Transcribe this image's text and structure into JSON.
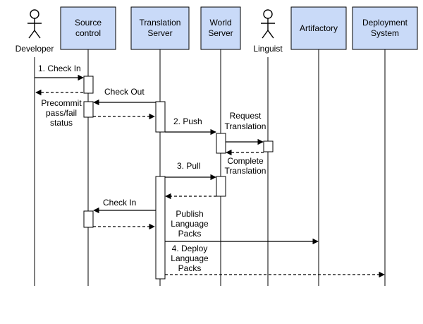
{
  "participants": {
    "developer": "Developer",
    "source_control": [
      "Source",
      "control"
    ],
    "translation_server": [
      "Translation",
      "Server"
    ],
    "world_server": [
      "World",
      "Server"
    ],
    "linguist": "Linguist",
    "artifactory": "Artifactory",
    "deployment_system": [
      "Deployment",
      "System"
    ]
  },
  "messages": {
    "check_in_1": "1. Check In",
    "check_out": "Check Out",
    "precommit": [
      "Precommit",
      "pass/fail",
      "status"
    ],
    "push": "2. Push",
    "request_translation": [
      "Request",
      "Translation"
    ],
    "complete_translation": [
      "Complete",
      "Translation"
    ],
    "pull": "3. Pull",
    "check_in_2": "Check In",
    "publish_language_packs": [
      "Publish",
      "Language",
      "Packs"
    ],
    "deploy_language_packs": [
      "4. Deploy",
      "Language",
      "Packs"
    ]
  }
}
